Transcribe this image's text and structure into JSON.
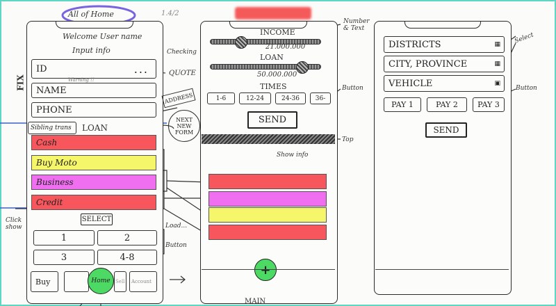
{
  "header": {
    "title": "All of Home",
    "version": "1.4/2",
    "redacted_color": "#f55a5a"
  },
  "screen1": {
    "welcome": "Welcome User name",
    "input_info": "Input info",
    "id_label": "ID",
    "id_dots": "...",
    "warning": "Warning !!",
    "name_label": "NAME",
    "phone_label": "PHONE",
    "sibling": "Sibling trans",
    "loan": "LOAN",
    "options": [
      "Cash",
      "Buy Moto",
      "Business",
      "Credit"
    ],
    "select_label": "SELECT",
    "grid": [
      "1",
      "2",
      "3",
      "4-8"
    ],
    "tabs": [
      "Buy",
      "",
      "Home",
      "Sell",
      "Account"
    ]
  },
  "screen2": {
    "income_label": "INCOME",
    "income_value": "21.000.000",
    "loan_label": "LOAN",
    "loan_value": "50.000.000",
    "times_label": "TIMES",
    "times": [
      "1-6",
      "12-24",
      "24-36",
      "36-"
    ],
    "send": "SEND",
    "show_info": "Show info",
    "bottom_label": "MAIN"
  },
  "screen3": {
    "fields": [
      "DISTRICTS",
      "CITY, PROVINCE",
      "VEHICLE"
    ],
    "pays": [
      "PAY 1",
      "PAY 2",
      "PAY 3"
    ],
    "send": "SEND"
  },
  "annotations": {
    "checking": "Checking",
    "quote": "QUOTE",
    "address": "ADDRESS",
    "next_form": "NEXT NEW FORM",
    "fix": "FIX",
    "click_show": "Click show",
    "load": "Load...",
    "button1": "Button",
    "number_text": "Number & Text",
    "button2": "Button",
    "top": "Top",
    "select": "Select",
    "button3": "Button"
  },
  "colors": {
    "red": "#f7575c",
    "yellow": "#f6f66a",
    "magenta": "#f06ff0",
    "green_fab": "#4cd964",
    "highlight_circle": "#7a63e0",
    "frame": "#5fd6c4"
  }
}
